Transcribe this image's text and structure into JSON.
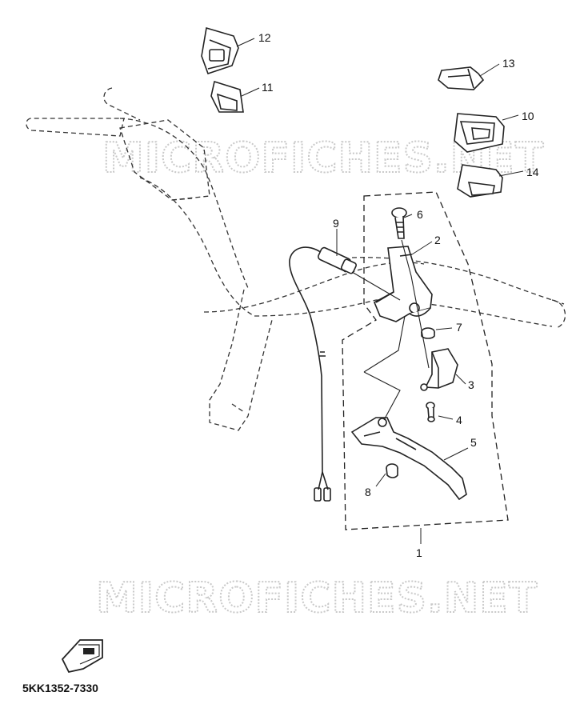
{
  "watermark": {
    "top_text": "MICROFICHES.NET",
    "bottom_text": "MICROFICHES.NET"
  },
  "callouts": {
    "c1": "1",
    "c2": "2",
    "c3": "3",
    "c4": "4",
    "c5": "5",
    "c6": "6",
    "c7": "7",
    "c8": "8",
    "c9": "9",
    "c10": "10",
    "c11": "11",
    "c12": "12",
    "c13": "13",
    "c14": "14"
  },
  "part_number": "5KK1352-7330",
  "icons": {
    "front_arrow": "front-direction-arrow-icon"
  }
}
